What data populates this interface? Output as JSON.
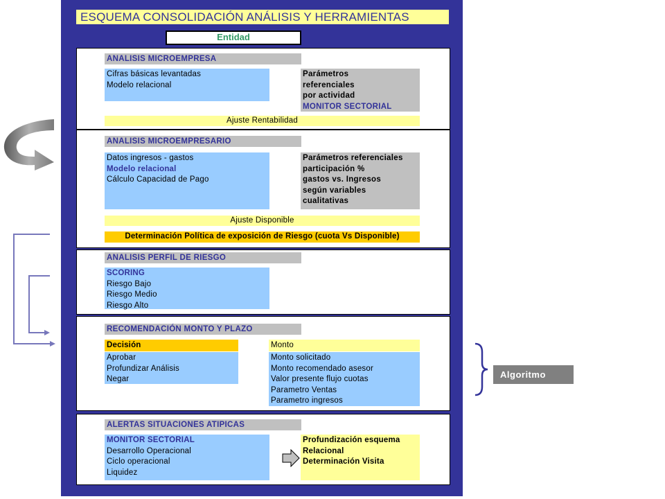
{
  "title": "ESQUEMA CONSOLIDACIÓN ANÁLISIS Y HERRAMIENTAS",
  "entidad": "Entidad",
  "sec1": {
    "header": "ANALISIS MICROEMPRESA",
    "left": [
      "Cifras básicas levantadas",
      "Modelo relacional"
    ],
    "right": [
      "Parámetros",
      "referenciales",
      "por actividad",
      "MONITOR SECTORIAL"
    ],
    "ajuste": "Ajuste Rentabilidad"
  },
  "sec2": {
    "header": "ANALISIS MICROEMPRESARIO",
    "left": [
      "Datos ingresos - gastos",
      "Modelo relacional",
      "Cálculo Capacidad de Pago"
    ],
    "right": [
      "Parámetros referenciales",
      "participación %",
      "gastos vs. Ingresos",
      "según variables",
      "cualitativas"
    ],
    "ajuste": "Ajuste Disponible",
    "politica": "Determinación Política de exposición de Riesgo (cuota Vs Disponible)"
  },
  "sec3": {
    "header": "ANALISIS PERFIL DE RIESGO",
    "left": [
      "SCORING",
      "Riesgo Bajo",
      "Riesgo Medio",
      "Riesgo Alto"
    ]
  },
  "sec4": {
    "header": "RECOMENDACIÓN MONTO Y PLAZO",
    "decision_label": "Decisión",
    "decision_items": [
      "Aprobar",
      "Profundizar Análisis",
      "Negar"
    ],
    "monto_label": "Monto",
    "monto_items": [
      "Monto solicitado",
      "Monto recomendado asesor",
      "Valor presente flujo cuotas",
      "Parametro Ventas",
      "Parametro ingresos"
    ]
  },
  "sec5": {
    "header": "ALERTAS SITUACIONES ATIPICAS",
    "left": [
      "MONITOR SECTORIAL",
      "Desarrollo Operacional",
      "Ciclo operacional",
      "Liquidez"
    ],
    "right": [
      "Profundización esquema",
      "Relacional",
      "Determinación Visita"
    ]
  },
  "algoritmo": "Algoritmo",
  "colors": {
    "panel": "#333399",
    "header_gray": "#c0c0c0",
    "box_blue": "#99ccff",
    "box_yellow": "#ffff99",
    "box_orange": "#ffcc00",
    "label_gray": "#808080"
  }
}
